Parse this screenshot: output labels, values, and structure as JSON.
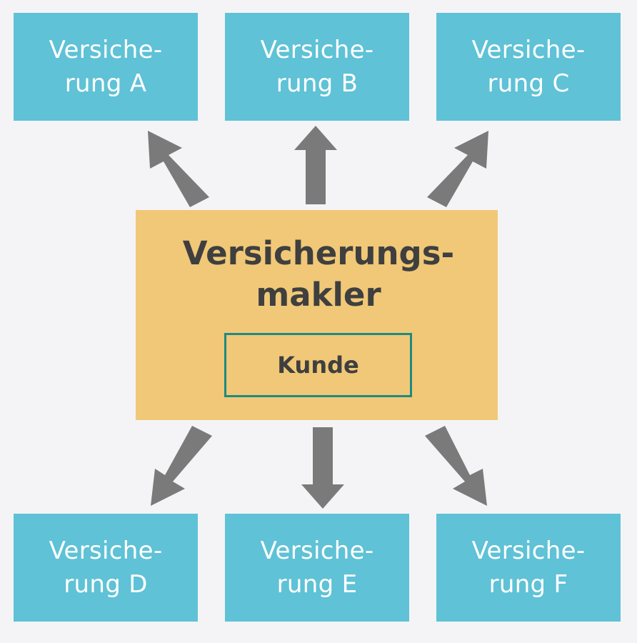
{
  "insurers": [
    {
      "line1": "Versiche-",
      "line2": "rung A"
    },
    {
      "line1": "Versiche-",
      "line2": "rung B"
    },
    {
      "line1": "Versiche-",
      "line2": "rung C"
    },
    {
      "line1": "Versiche-",
      "line2": "rung D"
    },
    {
      "line1": "Versiche-",
      "line2": "rung E"
    },
    {
      "line1": "Versiche-",
      "line2": "rung F"
    }
  ],
  "broker": {
    "line1": "Versicherungs-",
    "line2": "makler"
  },
  "customer": {
    "label": "Kunde"
  },
  "colors": {
    "background": "#f4f4f6",
    "insurer_box": "#5fc2d6",
    "broker_box": "#f0c877",
    "customer_border": "#1e8a82",
    "arrow": "#7a7a7a"
  }
}
